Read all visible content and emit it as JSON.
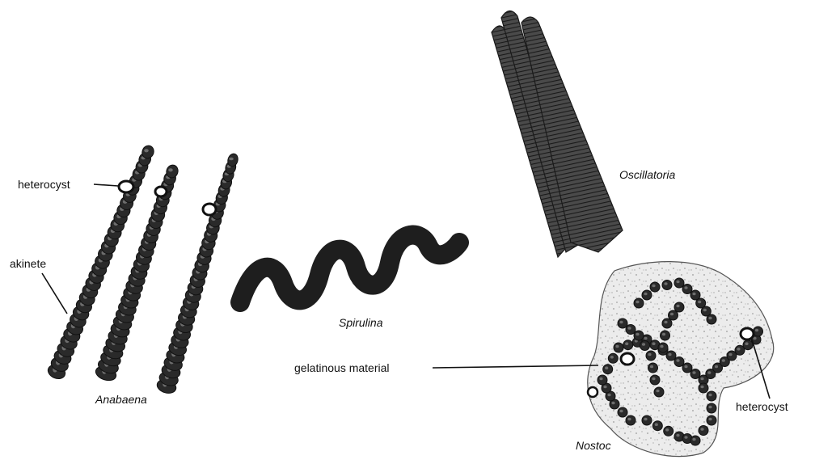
{
  "labels": {
    "heterocyst_left": "heterocyst",
    "akinete": "akinete",
    "anabaena": "Anabaena",
    "spirulina": "Spirulina",
    "oscillatoria": "Oscillatoria",
    "gelatinous_material": "gelatinous material",
    "heterocyst_right": "heterocyst",
    "nostoc": "Nostoc"
  },
  "colors": {
    "ink": "#111111",
    "filament": "#2a2a2a",
    "cell_highlight": "#7a7a7a",
    "heterocyst_fill": "#ffffff",
    "gel_fill": "#e9e9e9"
  }
}
